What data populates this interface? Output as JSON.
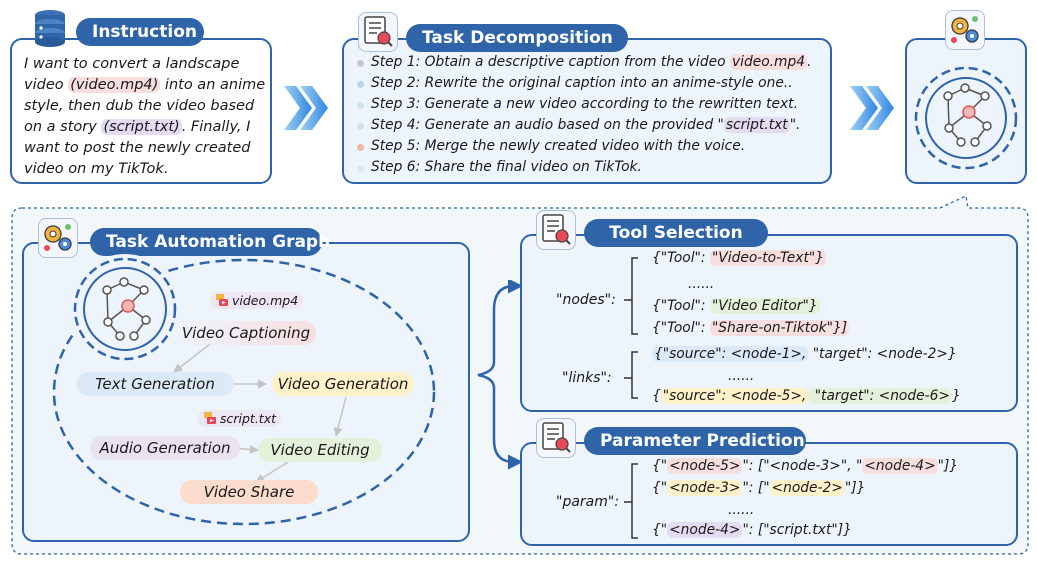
{
  "instruction": {
    "title": "Instruction",
    "lines": [
      {
        "parts": [
          {
            "t": "I want to convert a landscape"
          }
        ]
      },
      {
        "parts": [
          {
            "t": "video "
          },
          {
            "t": "(video.mp4)",
            "hl": "pink"
          },
          {
            "t": " into an anime"
          }
        ]
      },
      {
        "parts": [
          {
            "t": "style, then dub the video based"
          }
        ]
      },
      {
        "parts": [
          {
            "t": "on a story "
          },
          {
            "t": "(script.txt)",
            "hl": "purple"
          },
          {
            "t": ". Finally, I"
          }
        ]
      },
      {
        "parts": [
          {
            "t": "want to post the newly created"
          }
        ]
      },
      {
        "parts": [
          {
            "t": "video on my TikTok."
          }
        ]
      }
    ]
  },
  "decomposition": {
    "title": "Task Decomposition",
    "steps": [
      {
        "parts": [
          {
            "t": "Step 1:  Obtain a descriptive caption from the video "
          },
          {
            "t": "video.mp4",
            "hl": "pink"
          },
          {
            "t": "."
          }
        ],
        "dot": "#c9c3dc"
      },
      {
        "parts": [
          {
            "t": "Step 2: Rewrite the original caption into an anime-style one.."
          }
        ],
        "dot": "#bcd3ec"
      },
      {
        "parts": [
          {
            "t": "Step 3: Generate a new video according to the rewritten text."
          }
        ],
        "dot": "#cfe3ee"
      },
      {
        "parts": [
          {
            "t": "Step 4: Generate an audio based on the provided \""
          },
          {
            "t": "script.txt",
            "hl": "purple"
          },
          {
            "t": "\"."
          }
        ],
        "dot": "#d8dde6"
      },
      {
        "parts": [
          {
            "t": "Step 5: Merge the newly created video with the voice."
          }
        ],
        "dot": "#f0b7a2"
      },
      {
        "parts": [
          {
            "t": "Step 6: Share the final video on TikTok."
          }
        ],
        "dot": "#e2e4ea"
      }
    ]
  },
  "graph": {
    "title": "Task Automation Graph",
    "files": {
      "video": "video.mp4",
      "script": "script.txt"
    },
    "nodes": {
      "captioning": "Video Captioning",
      "text_gen": "Text Generation",
      "video_gen": "Video Generation",
      "audio_gen": "Audio Generation",
      "editing": "Video Editing",
      "share": "Video Share"
    }
  },
  "tool_selection": {
    "title": "Tool Selection",
    "nodes_key": "\"nodes\":",
    "links_key": "\"links\":",
    "node_lines": [
      {
        "parts": [
          {
            "t": "{\"Tool\": \""
          },
          {
            "t": "\"Video-to-Text\"}",
            "hl": "pink",
            "raw": true
          }
        ]
      },
      {
        "parts": [
          {
            "t": "......"
          }
        ]
      },
      {
        "parts": [
          {
            "t": "{\"Tool\": \"Video Editor\"}"
          }
        ]
      },
      {
        "parts": [
          {
            "t": "{\"Tool\": \"Share-on-Tiktok\"}]"
          }
        ]
      }
    ],
    "link_lines": [
      {
        "parts": [
          {
            "t": "{\"source\": <node-1>, \"target\": <node-2>}"
          }
        ]
      },
      {
        "parts": [
          {
            "t": "......"
          }
        ]
      },
      {
        "parts": [
          {
            "t": "{\"source\": <node-5>, \"target\": <node-6>}"
          }
        ]
      }
    ]
  },
  "param_prediction": {
    "title": "Parameter Prediction",
    "param_key": "\"param\":",
    "lines": [
      {
        "parts": [
          {
            "t": "{\"<node-5>\": [\"<node-3>\", \"<node-4>\"]}"
          }
        ]
      },
      {
        "parts": [
          {
            "t": "{\"<node-3>\": [\"<node-2>\"]}"
          }
        ]
      },
      {
        "parts": [
          {
            "t": "......"
          }
        ]
      },
      {
        "parts": [
          {
            "t": "{\"<node-4>\": [\"script.txt\"]}"
          }
        ]
      }
    ]
  },
  "colors": {
    "primary": "#2f64a8",
    "panel_bg": "#eef4fb",
    "arrow": "#3d8fe0"
  }
}
